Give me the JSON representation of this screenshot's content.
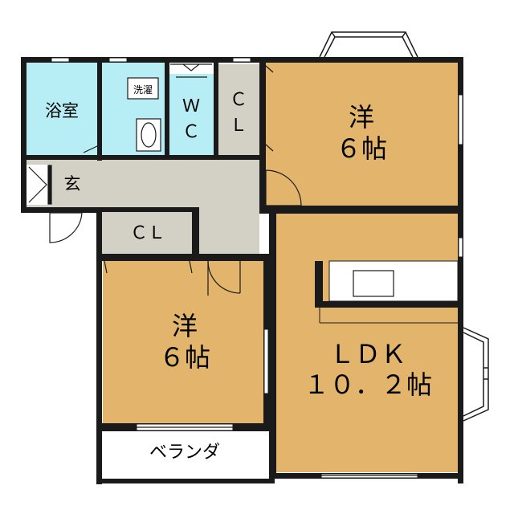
{
  "colors": {
    "wall": "#1a1a1a",
    "room_wood": "#e3b56c",
    "wet_area": "#b7eef6",
    "hall": "#d3d0c6",
    "storage": "#d3d0c6",
    "balcony": "#ffffff",
    "background": "#ffffff"
  },
  "rooms": {
    "bath": {
      "label": "浴室"
    },
    "laundry": {
      "label": "洗濯"
    },
    "wc": {
      "line1": "Ｗ",
      "line2": "Ｃ"
    },
    "closet_upper": {
      "line1": "Ｃ",
      "line2": "Ｌ"
    },
    "western_upper": {
      "line1": "洋",
      "line2": "６帖"
    },
    "entrance": {
      "label": "玄"
    },
    "closet_middle": {
      "label": "ＣＬ"
    },
    "western_lower": {
      "line1": "洋",
      "line2": "６帖"
    },
    "ldk": {
      "line1": "ＬＤＫ",
      "line2": "１０．２帖"
    },
    "balcony": {
      "label": "ベランダ"
    }
  }
}
